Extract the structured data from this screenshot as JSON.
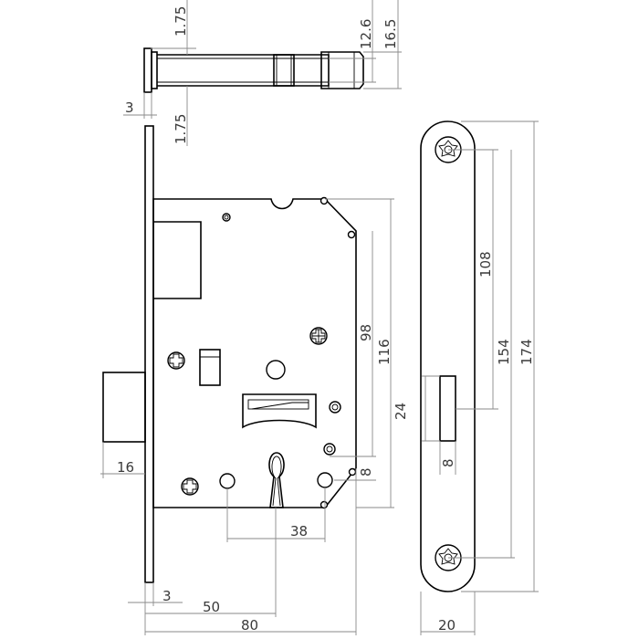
{
  "drawing": {
    "dimensions": {
      "top_1_75_upper": "1.75",
      "top_12_6": "12.6",
      "top_16_5": "16.5",
      "top_3": "3",
      "top_1_75_lower": "1.75",
      "body_98": "98",
      "body_116": "116",
      "plate_108": "108",
      "plate_154": "154",
      "plate_174": "174",
      "plate_24": "24",
      "plate_8": "8",
      "key_8": "8",
      "latch_16": "16",
      "key_38": "38",
      "bottom_3": "3",
      "bottom_50": "50",
      "bottom_80": "80",
      "plate_20": "20"
    }
  }
}
